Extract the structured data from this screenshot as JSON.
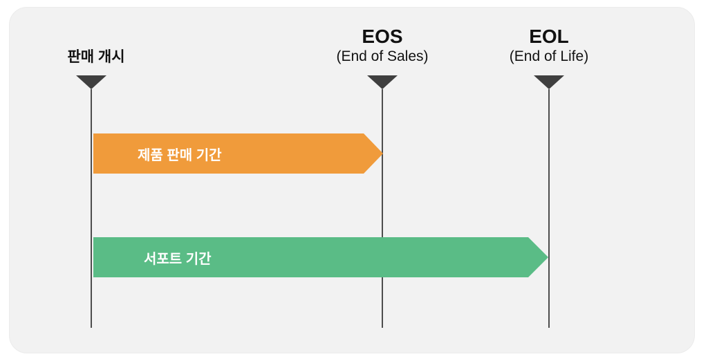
{
  "page": {
    "background": "#ffffff"
  },
  "card": {
    "background": "#f2f2f2"
  },
  "timeline": {
    "line_color": "#4d4d4d",
    "marker_color": "#3f3f3f",
    "milestones": [
      {
        "title": "판매 개시",
        "subtitle": ""
      },
      {
        "title": "EOS",
        "subtitle": "(End of Sales)"
      },
      {
        "title": "EOL",
        "subtitle": "(End of Life)"
      }
    ],
    "bars": [
      {
        "label": "제품 판매 기간",
        "color": "#F09B3B",
        "text_color": "#ffffff",
        "from": "판매 개시",
        "to": "EOS"
      },
      {
        "label": "서포트 기간",
        "color": "#5ABC86",
        "text_color": "#ffffff",
        "from": "판매 개시",
        "to": "EOL"
      }
    ]
  }
}
